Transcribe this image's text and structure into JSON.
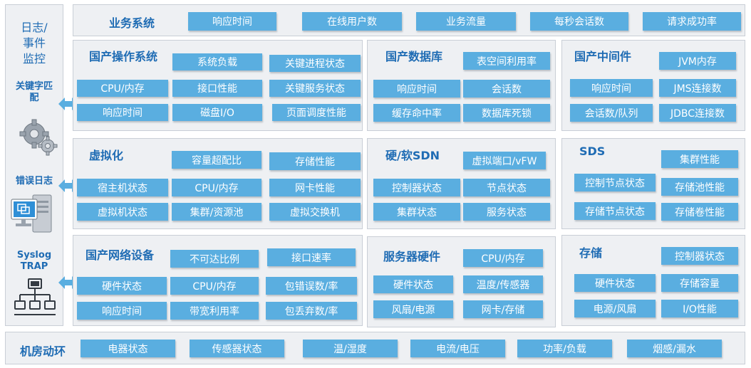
{
  "sidebar": {
    "title": "日志/\n事件\n监控",
    "keyword_label": "关键字匹\n配",
    "errorlog_label": "错误日志",
    "syslog_label": "Syslog\nTRAP",
    "icons": [
      "gears-icon",
      "server-monitor-icon",
      "network-topology-icon"
    ]
  },
  "business": {
    "title": "业务系统",
    "items": [
      "响应时间",
      "在线用户数",
      "业务流量",
      "每秒会话数",
      "请求成功率"
    ]
  },
  "os": {
    "title": "国产操作系统",
    "items": [
      "系统负载",
      "关键进程状态",
      "CPU/内存",
      "接口性能",
      "关键服务状态",
      "响应时间",
      "磁盘I/O",
      "页面调度性能"
    ]
  },
  "db": {
    "title": "国产数据库",
    "items": [
      "表空间利用率",
      "响应时间",
      "会话数",
      "缓存命中率",
      "数据库死锁"
    ]
  },
  "mw": {
    "title": "国产中间件",
    "items": [
      "JVM内存",
      "响应时间",
      "JMS连接数",
      "会话数/队列",
      "JDBC连接数"
    ]
  },
  "virt": {
    "title": "虚拟化",
    "items": [
      "容量超配比",
      "存储性能",
      "宿主机状态",
      "CPU/内存",
      "网卡性能",
      "虚拟机状态",
      "集群/资源池",
      "虚拟交换机"
    ]
  },
  "sdn": {
    "title": "硬/软SDN",
    "items": [
      "虚拟端口/vFW",
      "控制器状态",
      "节点状态",
      "集群状态",
      "服务状态"
    ]
  },
  "sds": {
    "title": "SDS",
    "items": [
      "集群性能",
      "控制节点状态",
      "存储池性能",
      "存储节点状态",
      "存储卷性能"
    ]
  },
  "net": {
    "title": "国产网络设备",
    "items": [
      "不可达比例",
      "接口速率",
      "硬件状态",
      "CPU/内存",
      "包错误数/率",
      "响应时间",
      "带宽利用率",
      "包丢弃数/率"
    ]
  },
  "hw": {
    "title": "服务器硬件",
    "items": [
      "CPU/内存",
      "硬件状态",
      "温度/传感器",
      "风扇/电源",
      "网卡/存储"
    ]
  },
  "storage": {
    "title": "存储",
    "items": [
      "控制器状态",
      "硬件状态",
      "存储容量",
      "电源/风扇",
      "I/O性能"
    ]
  },
  "room": {
    "title": "机房动环",
    "items": [
      "电器状态",
      "传感器状态",
      "温/湿度",
      "电流/电压",
      "功率/负载",
      "烟感/漏水"
    ]
  },
  "colors": {
    "tag": "#5aaee0",
    "title": "#1f6cb4",
    "panel": "#eef0f3",
    "border": "#c9ced6"
  }
}
